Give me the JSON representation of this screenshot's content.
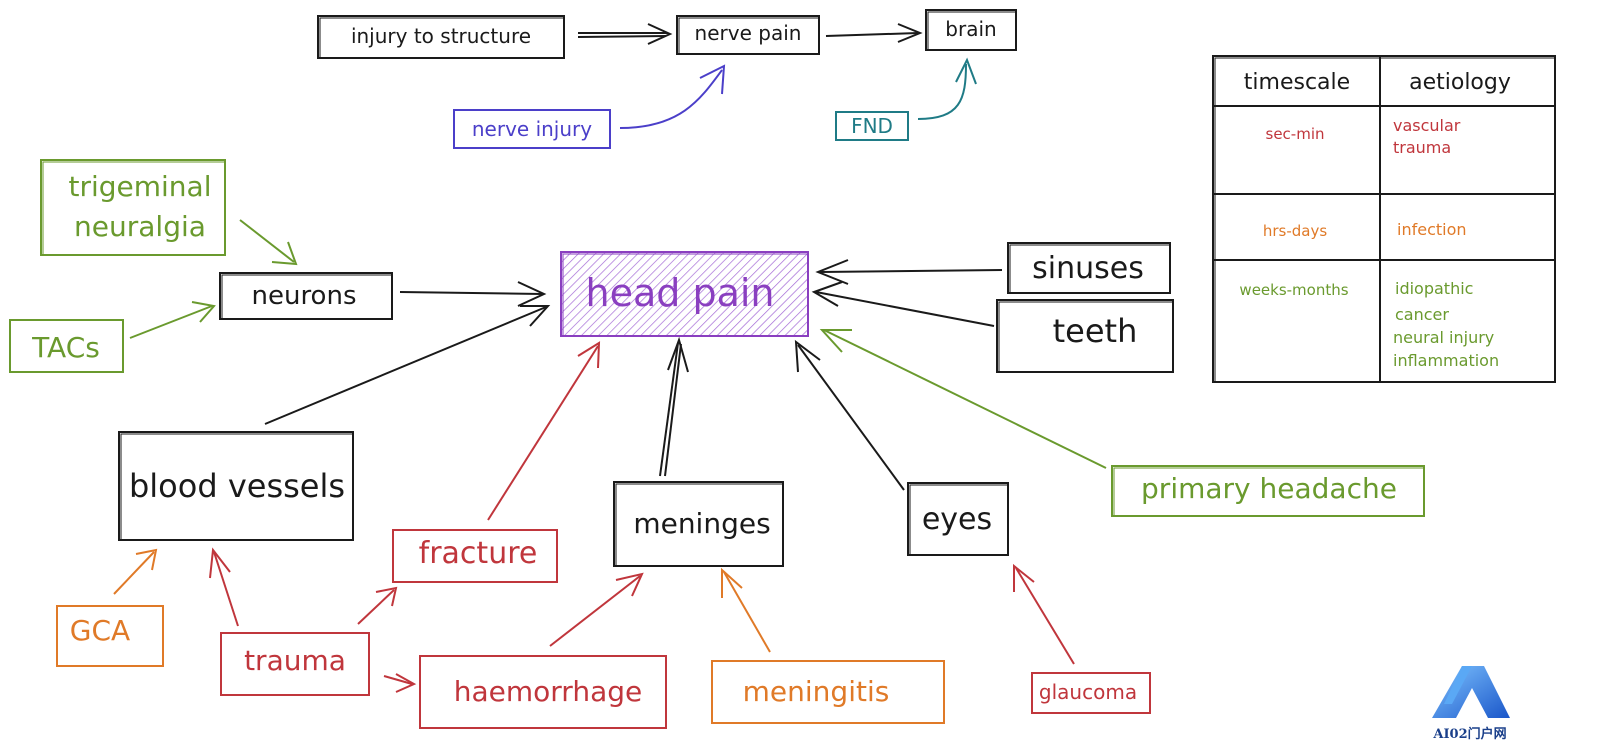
{
  "colors": {
    "black": "#1a1a1a",
    "purple": "#8a3fc0",
    "green": "#6a9a2e",
    "red": "#c0363c",
    "orange": "#e07a28",
    "blue": "#4b3fc9",
    "teal": "#1f7b86"
  },
  "flow": {
    "injury_to_structure": "injury to structure",
    "nerve_pain": "nerve pain",
    "brain": "brain",
    "nerve_injury": "nerve injury",
    "fnd": "FND"
  },
  "center": {
    "head_pain": "head pain"
  },
  "sources": {
    "neurons": "neurons",
    "blood_vessels": "blood vessels",
    "meninges": "meninges",
    "eyes": "eyes",
    "sinuses": "sinuses",
    "teeth": "teeth",
    "primary_headache": "primary headache"
  },
  "causes": {
    "trigeminal_neuralgia": [
      "trigeminal",
      "neuralgia"
    ],
    "tacs": "TACs",
    "gca": "GCA",
    "trauma": "trauma",
    "fracture": "fracture",
    "haemorrhage": "haemorrhage",
    "meningitis": "meningitis",
    "glaucoma": "glaucoma"
  },
  "table": {
    "headers": [
      "timescale",
      "aetiology"
    ],
    "rows": [
      {
        "timescale": "sec-min",
        "aetiology": [
          "vascular",
          "trauma"
        ],
        "color": "red"
      },
      {
        "timescale": "hrs-days",
        "aetiology": [
          "infection"
        ],
        "color": "orange"
      },
      {
        "timescale": "weeks-months",
        "aetiology": [
          "idiopathic",
          "cancer",
          "neural injury",
          "inflammation"
        ],
        "color": "green"
      }
    ]
  },
  "logo": {
    "text": "AI02门户网"
  }
}
